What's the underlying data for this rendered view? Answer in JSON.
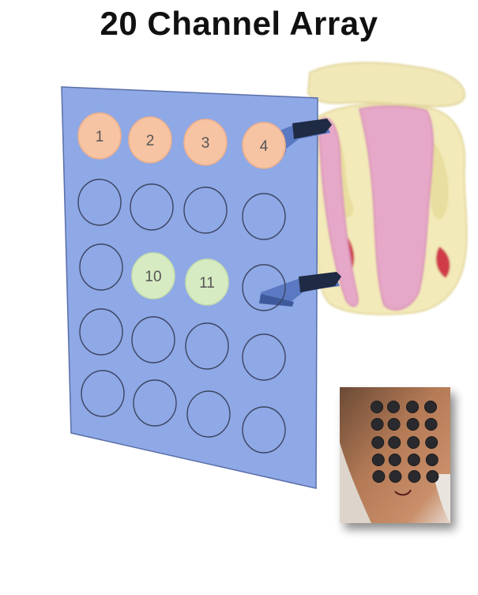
{
  "title": "20 Channel Array",
  "electrodes": [
    {
      "label": "1",
      "state": "active-orange"
    },
    {
      "label": "2",
      "state": "active-orange"
    },
    {
      "label": "3",
      "state": "active-orange"
    },
    {
      "label": "4",
      "state": "active-orange"
    },
    {
      "label": "",
      "state": "inactive"
    },
    {
      "label": "",
      "state": "inactive"
    },
    {
      "label": "",
      "state": "inactive"
    },
    {
      "label": "",
      "state": "inactive"
    },
    {
      "label": "",
      "state": "inactive"
    },
    {
      "label": "10",
      "state": "active-green"
    },
    {
      "label": "11",
      "state": "active-green"
    },
    {
      "label": "",
      "state": "inactive"
    },
    {
      "label": "",
      "state": "inactive"
    },
    {
      "label": "",
      "state": "inactive"
    },
    {
      "label": "",
      "state": "inactive"
    },
    {
      "label": "",
      "state": "inactive"
    },
    {
      "label": "",
      "state": "inactive"
    },
    {
      "label": "",
      "state": "inactive"
    },
    {
      "label": "",
      "state": "inactive"
    },
    {
      "label": "",
      "state": "inactive"
    }
  ],
  "colors": {
    "array_fill": "#8fa8e6",
    "array_stroke": "#5a6fa8",
    "orange": "#f6c3a3",
    "green": "#d6ebc1",
    "arrow": "#5b79c2"
  }
}
